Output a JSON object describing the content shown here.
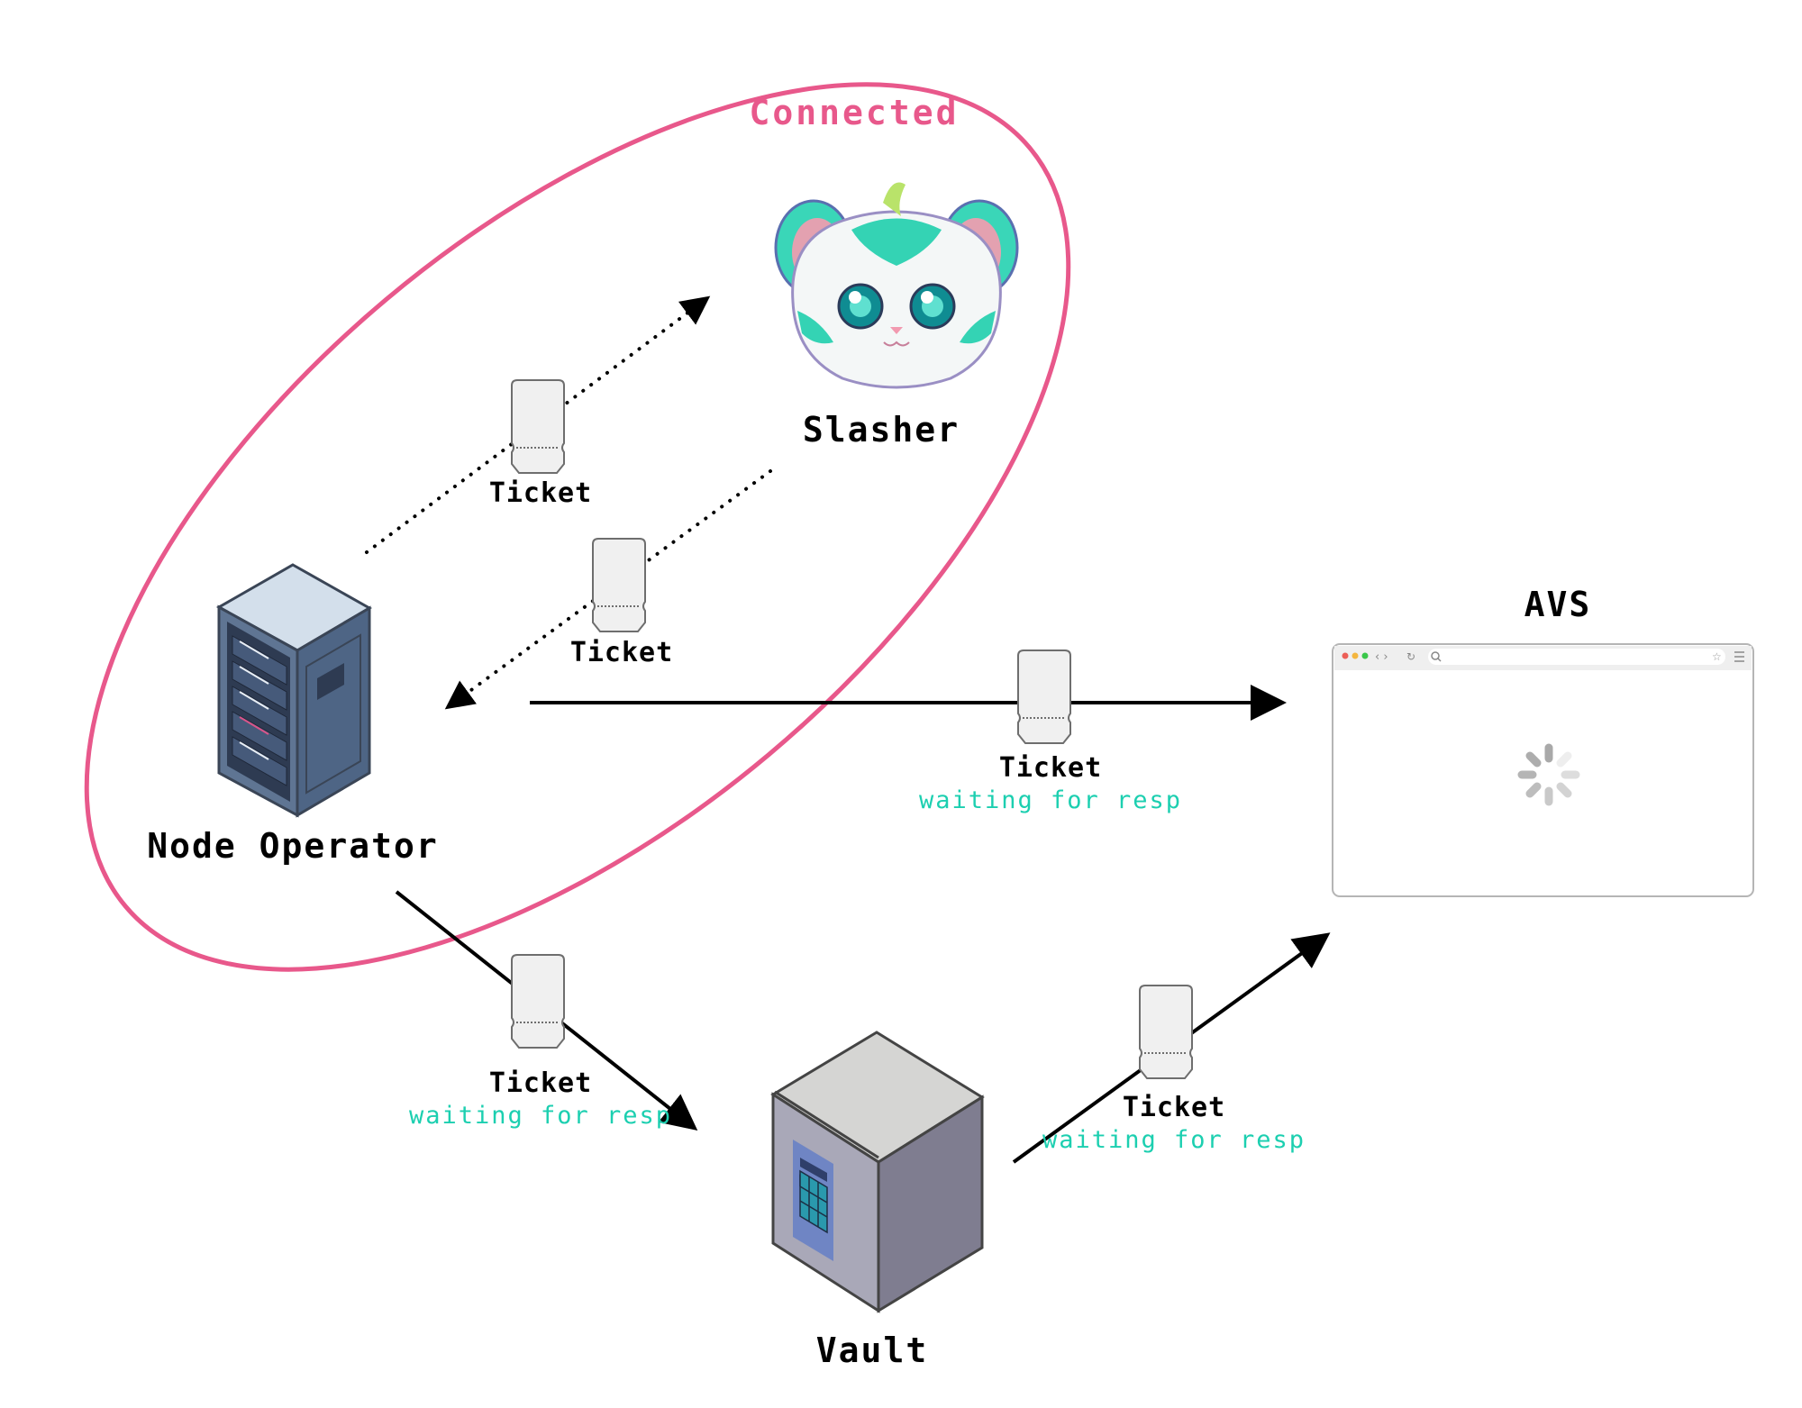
{
  "colors": {
    "group_border": "#e8588b",
    "status_text": "#1ccfb0",
    "arrow": "#000000",
    "ticket_fill": "#f0f0f0",
    "ticket_stroke": "#6e6e6e"
  },
  "group": {
    "label": "Connected"
  },
  "nodes": {
    "slasher": {
      "label": "Slasher",
      "icon": "tiger-mascot-icon"
    },
    "node_operator": {
      "label": "Node Operator",
      "icon": "server-rack-icon"
    },
    "avs": {
      "label": "AVS",
      "icon": "browser-window-loading-icon"
    },
    "vault": {
      "label": "Vault",
      "icon": "safe-vault-icon"
    }
  },
  "edges": [
    {
      "id": "operator-to-slasher",
      "from": "Node Operator",
      "to": "Slasher",
      "style": "dotted",
      "ticket_label": "Ticket",
      "status": ""
    },
    {
      "id": "slasher-to-operator",
      "from": "Slasher",
      "to": "Node Operator",
      "style": "dotted",
      "ticket_label": "Ticket",
      "status": ""
    },
    {
      "id": "operator-to-avs",
      "from": "Node Operator",
      "to": "AVS",
      "style": "solid",
      "ticket_label": "Ticket",
      "status": "waiting for resp"
    },
    {
      "id": "operator-to-vault",
      "from": "Node Operator",
      "to": "Vault",
      "style": "solid",
      "ticket_label": "Ticket",
      "status": "waiting for resp"
    },
    {
      "id": "vault-to-avs",
      "from": "Vault",
      "to": "AVS",
      "style": "solid",
      "ticket_label": "Ticket",
      "status": "waiting for resp"
    }
  ]
}
